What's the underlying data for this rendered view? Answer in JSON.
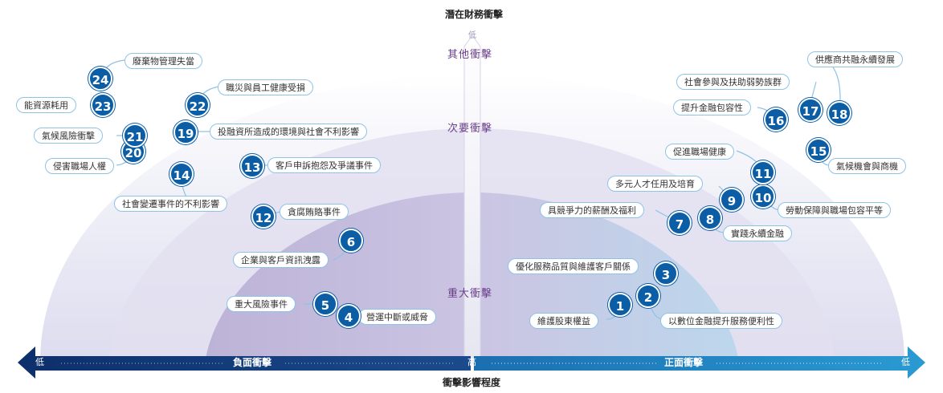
{
  "title_top": "潛在財務衝擊",
  "title_bottom": "衝擊影響程度",
  "vertical_axis_low": "低",
  "tiers": {
    "other": "其他衝擊",
    "secondary": "次要衝擊",
    "major": "重大衝擊"
  },
  "horizontal_axis": {
    "left_low": "低",
    "center_high": "高",
    "right_low": "低",
    "negative": "負面衝擊",
    "positive": "正面衝擊"
  },
  "colors": {
    "badge": "#0b5ea6",
    "pill_border": "#8ec3e6",
    "tier_text": "#6a3d8a",
    "arrow_negative": "#0d2f6b",
    "arrow_positive": "#1578b8"
  },
  "items": [
    {
      "num": "1",
      "label": "維護股東權益"
    },
    {
      "num": "2",
      "label": "以數位金融提升服務便利性"
    },
    {
      "num": "3",
      "label": "優化服務品質與維護客戶關係"
    },
    {
      "num": "4",
      "label": "營運中斷或威脅"
    },
    {
      "num": "5",
      "label": "重大風險事件"
    },
    {
      "num": "6",
      "label": "企業與客戶資訊洩露"
    },
    {
      "num": "7",
      "label": "具競爭力的薪酬及福利"
    },
    {
      "num": "8",
      "label": "實踐永續金融"
    },
    {
      "num": "9",
      "label": "多元人才任用及培育"
    },
    {
      "num": "10",
      "label": "勞動保障與職場包容平等"
    },
    {
      "num": "11",
      "label": "促進職場健康"
    },
    {
      "num": "12",
      "label": "貪腐賄賂事件"
    },
    {
      "num": "13",
      "label": "客戶申訴抱怨及爭議事件"
    },
    {
      "num": "14",
      "label": "社會變遷事件的不利影響"
    },
    {
      "num": "15",
      "label": "氣候機會與商機"
    },
    {
      "num": "16",
      "label": "提升金融包容性"
    },
    {
      "num": "17",
      "label": "社會參與及扶助弱勢族群"
    },
    {
      "num": "18",
      "label": "供應商共融永續發展"
    },
    {
      "num": "19",
      "label": "投融資所造成的環境與社會不利影響"
    },
    {
      "num": "20",
      "label": "侵害職場人權"
    },
    {
      "num": "21",
      "label": "氣候風險衝擊"
    },
    {
      "num": "22",
      "label": "職災與員工健康受損"
    },
    {
      "num": "23",
      "label": "能資源耗用"
    },
    {
      "num": "24",
      "label": "廢棄物管理失當"
    }
  ]
}
